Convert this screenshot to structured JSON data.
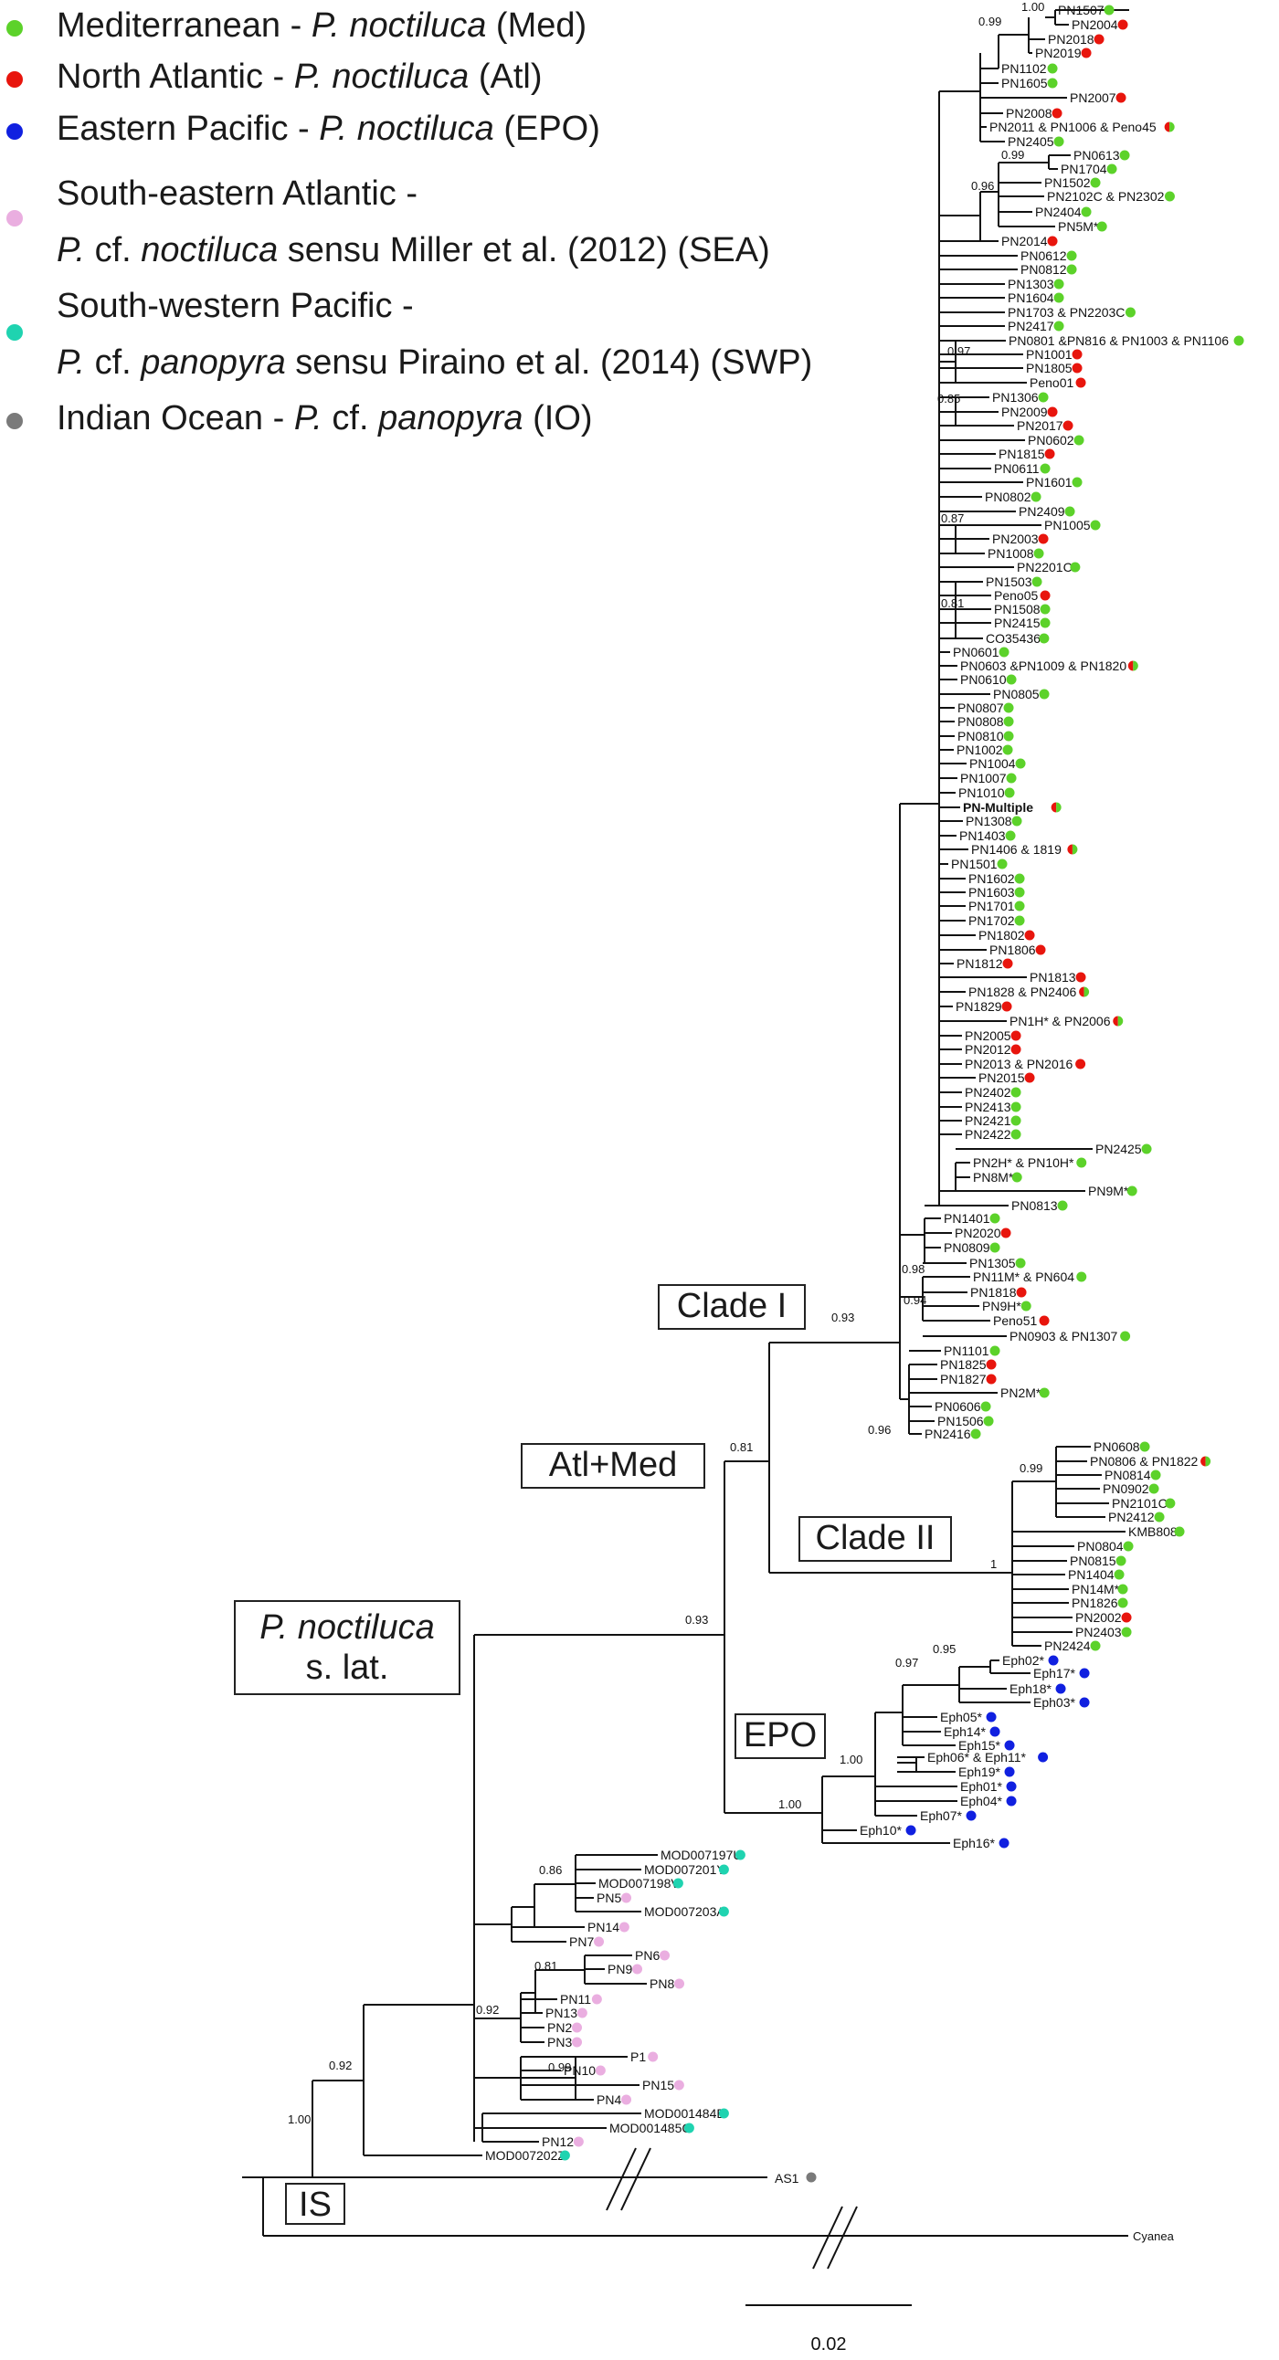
{
  "legend": [
    {
      "pre": "Mediterranean - ",
      "ital": "P. noctiluca",
      "post": " (Med)",
      "color": "#5cd22a"
    },
    {
      "pre": "North Atlantic - ",
      "ital": "P. noctiluca",
      "post": " (Atl)",
      "color": "#e8150d"
    },
    {
      "pre": "Eastern Pacific - ",
      "ital": "P. noctiluca",
      "post": " (EPO)",
      "color": "#1020e0"
    },
    {
      "pre": "South-eastern Atlantic -",
      "line2_pre": "P.",
      "line2_mid": " cf. ",
      "line2_ital": "noctiluca",
      "line2_post": " sensu Miller et al. (2012) (SEA)",
      "color": "#eaaee0"
    },
    {
      "pre": "South-western Pacific -",
      "line2_pre": "P.",
      "line2_mid": " cf. ",
      "line2_ital": "panopyra",
      "line2_post": " sensu Piraino et al. (2014) (SWP)",
      "color": "#1fd3b0"
    },
    {
      "pre": "Indian Ocean - ",
      "ital_a": "P.",
      "mid": " cf. ",
      "ital": "panopyra",
      "post": " (IO)",
      "color": "#7a7a7a"
    }
  ],
  "colors": {
    "Med": "#5cd22a",
    "Atl": "#e8150d",
    "EPO": "#1020e0",
    "SEA": "#eaaee0",
    "SWP": "#1fd3b0",
    "IO": "#7a7a7a"
  },
  "clade_boxes": {
    "clade_i": "Clade I",
    "atl_med": "Atl+Med",
    "clade_ii": "Clade II",
    "epo": "EPO",
    "pnoct_line1": "P. noctiluca",
    "pnoct_line2": "s. lat.",
    "is": "IS"
  },
  "scale_bar": "0.02",
  "support_values": {
    "root": "1.00",
    "n2": "0.92",
    "n3": "0.92",
    "n4": "0.93",
    "n5": "0.81",
    "n6": "0.93",
    "clade2": "1",
    "epo": "1.00",
    "epo2": "1.00",
    "epo3": "0.97",
    "epo4": "0.95",
    "sea1": "0.86",
    "sea2": "0.81",
    "sea3": "0.99",
    "c1a": "0.99",
    "c1b": "1.00",
    "c1c": "0.99",
    "c1d": "0.96",
    "c1e": "0.97",
    "c1f": "0.85",
    "c1g": "0.87",
    "c1h": "0.81",
    "c1i": "0.98",
    "c1j": "0.94",
    "c1k": "0.96",
    "c2a": "0.99"
  },
  "tips": {
    "clade_i": [
      {
        "label": "PN1507",
        "c": "Med"
      },
      {
        "label": "PN2004",
        "c": "Atl"
      },
      {
        "label": "PN2018",
        "c": "Atl"
      },
      {
        "label": "PN2019",
        "c": "Atl"
      },
      {
        "label": "PN1102",
        "c": "Med"
      },
      {
        "label": "PN1605",
        "c": "Med"
      },
      {
        "label": "PN2007",
        "c": "Atl"
      },
      {
        "label": "PN2008",
        "c": "Atl"
      },
      {
        "label": "PN2011 & PN1006 & Peno45",
        "c": "Both"
      },
      {
        "label": "PN2405",
        "c": "Med"
      },
      {
        "label": "PN0613",
        "c": "Med"
      },
      {
        "label": "PN1704",
        "c": "Med"
      },
      {
        "label": "PN1502",
        "c": "Med"
      },
      {
        "label": "PN2102C & PN2302",
        "c": "Med"
      },
      {
        "label": "PN2404",
        "c": "Med"
      },
      {
        "label": "PN5M*",
        "c": "Med"
      },
      {
        "label": "PN2014",
        "c": "Atl"
      },
      {
        "label": "PN0612",
        "c": "Med"
      },
      {
        "label": "PN0812",
        "c": "Med"
      },
      {
        "label": "PN1303",
        "c": "Med"
      },
      {
        "label": "PN1604",
        "c": "Med"
      },
      {
        "label": "PN1703 & PN2203C",
        "c": "Med"
      },
      {
        "label": "PN2417",
        "c": "Med"
      },
      {
        "label": "PN0801 &PN816 & PN1003 & PN1106",
        "c": "Med"
      },
      {
        "label": "PN1001",
        "c": "Atl"
      },
      {
        "label": "PN1805",
        "c": "Atl"
      },
      {
        "label": "Peno01",
        "c": "Atl"
      },
      {
        "label": "PN1306",
        "c": "Med"
      },
      {
        "label": "PN2009",
        "c": "Atl"
      },
      {
        "label": "PN2017",
        "c": "Atl"
      },
      {
        "label": "PN0602",
        "c": "Med"
      },
      {
        "label": "PN1815",
        "c": "Atl"
      },
      {
        "label": "PN0611",
        "c": "Med"
      },
      {
        "label": "PN1601",
        "c": "Med"
      },
      {
        "label": "PN0802",
        "c": "Med"
      },
      {
        "label": "PN2409",
        "c": "Med"
      },
      {
        "label": "PN1005",
        "c": "Med"
      },
      {
        "label": "PN2003",
        "c": "Atl"
      },
      {
        "label": "PN1008",
        "c": "Med"
      },
      {
        "label": "PN2201C",
        "c": "Med"
      },
      {
        "label": "PN1503",
        "c": "Med"
      },
      {
        "label": "Peno05",
        "c": "Atl"
      },
      {
        "label": "PN1508",
        "c": "Med"
      },
      {
        "label": "PN2415",
        "c": "Med"
      },
      {
        "label": "CO35436",
        "c": "Med"
      },
      {
        "label": "PN0601",
        "c": "Med"
      },
      {
        "label": "PN0603 &PN1009 & PN1820",
        "c": "Both"
      },
      {
        "label": "PN0610",
        "c": "Med"
      },
      {
        "label": "PN0805",
        "c": "Med"
      },
      {
        "label": "PN0807",
        "c": "Med"
      },
      {
        "label": "PN0808",
        "c": "Med"
      },
      {
        "label": "PN0810",
        "c": "Med"
      },
      {
        "label": "PN1002",
        "c": "Med"
      },
      {
        "label": "PN1004",
        "c": "Med"
      },
      {
        "label": "PN1007",
        "c": "Med"
      },
      {
        "label": "PN1010",
        "c": "Med"
      },
      {
        "label": "PN-Multiple",
        "c": "Both"
      },
      {
        "label": "PN1308",
        "c": "Med"
      },
      {
        "label": "PN1403",
        "c": "Med"
      },
      {
        "label": "PN1406 & 1819",
        "c": "Both"
      },
      {
        "label": "PN1501",
        "c": "Med"
      },
      {
        "label": "PN1602",
        "c": "Med"
      },
      {
        "label": "PN1603",
        "c": "Med"
      },
      {
        "label": "PN1701",
        "c": "Med"
      },
      {
        "label": "PN1702",
        "c": "Med"
      },
      {
        "label": "PN1802",
        "c": "Atl"
      },
      {
        "label": "PN1806",
        "c": "Atl"
      },
      {
        "label": "PN1812",
        "c": "Atl"
      },
      {
        "label": "PN1813",
        "c": "Atl"
      },
      {
        "label": "PN1828 & PN2406",
        "c": "Both"
      },
      {
        "label": "PN1829",
        "c": "Atl"
      },
      {
        "label": "PN1H* & PN2006",
        "c": "Both"
      },
      {
        "label": "PN2005",
        "c": "Atl"
      },
      {
        "label": "PN2012",
        "c": "Atl"
      },
      {
        "label": "PN2013 & PN2016",
        "c": "Atl"
      },
      {
        "label": "PN2015",
        "c": "Atl"
      },
      {
        "label": "PN2402",
        "c": "Med"
      },
      {
        "label": "PN2413",
        "c": "Med"
      },
      {
        "label": "PN2421",
        "c": "Med"
      },
      {
        "label": "PN2422",
        "c": "Med"
      },
      {
        "label": "PN2425",
        "c": "Med"
      },
      {
        "label": "PN2H* & PN10H*",
        "c": "Med"
      },
      {
        "label": "PN8M*",
        "c": "Med"
      },
      {
        "label": "PN9M*",
        "c": "Med"
      },
      {
        "label": "PN0813",
        "c": "Med"
      },
      {
        "label": "PN1401",
        "c": "Med"
      },
      {
        "label": "PN2020",
        "c": "Atl"
      },
      {
        "label": "PN0809",
        "c": "Med"
      },
      {
        "label": "PN1305",
        "c": "Med"
      },
      {
        "label": "PN11M* & PN604",
        "c": "Med"
      },
      {
        "label": "PN1818",
        "c": "Atl"
      },
      {
        "label": "PN9H*",
        "c": "Med"
      },
      {
        "label": "Peno51",
        "c": "Atl"
      },
      {
        "label": "PN0903 & PN1307",
        "c": "Med"
      },
      {
        "label": "PN1101",
        "c": "Med"
      },
      {
        "label": "PN1825",
        "c": "Atl"
      },
      {
        "label": "PN1827",
        "c": "Atl"
      },
      {
        "label": "PN2M*",
        "c": "Med"
      },
      {
        "label": "PN0606",
        "c": "Med"
      },
      {
        "label": "PN1506",
        "c": "Med"
      },
      {
        "label": "PN2416",
        "c": "Med"
      }
    ],
    "clade_ii": [
      {
        "label": "PN0608",
        "c": "Med"
      },
      {
        "label": "PN0806 & PN1822",
        "c": "Both"
      },
      {
        "label": "PN0814",
        "c": "Med"
      },
      {
        "label": "PN0902",
        "c": "Med"
      },
      {
        "label": "PN2101C",
        "c": "Med"
      },
      {
        "label": "PN2412",
        "c": "Med"
      },
      {
        "label": "KMB808",
        "c": "Med"
      },
      {
        "label": "PN0804",
        "c": "Med"
      },
      {
        "label": "PN0815",
        "c": "Med"
      },
      {
        "label": "PN1404",
        "c": "Med"
      },
      {
        "label": "PN14M*",
        "c": "Med"
      },
      {
        "label": "PN1826",
        "c": "Med"
      },
      {
        "label": "PN2002",
        "c": "Atl"
      },
      {
        "label": "PN2403",
        "c": "Med"
      },
      {
        "label": "PN2424",
        "c": "Med"
      }
    ],
    "epo": [
      {
        "label": "Eph02*",
        "c": "EPO"
      },
      {
        "label": "Eph17*",
        "c": "EPO"
      },
      {
        "label": "Eph18*",
        "c": "EPO"
      },
      {
        "label": "Eph03*",
        "c": "EPO"
      },
      {
        "label": "Eph05*",
        "c": "EPO"
      },
      {
        "label": "Eph14*",
        "c": "EPO"
      },
      {
        "label": "Eph15*",
        "c": "EPO"
      },
      {
        "label": "Eph06* & Eph11*",
        "c": "EPO"
      },
      {
        "label": "Eph19*",
        "c": "EPO"
      },
      {
        "label": "Eph01*",
        "c": "EPO"
      },
      {
        "label": "Eph04*",
        "c": "EPO"
      },
      {
        "label": "Eph07*",
        "c": "EPO"
      },
      {
        "label": "Eph10*",
        "c": "EPO"
      },
      {
        "label": "Eph16*",
        "c": "EPO"
      }
    ],
    "southern": [
      {
        "label": "MOD007197U",
        "c": "SWP"
      },
      {
        "label": "MOD007201Y",
        "c": "SWP"
      },
      {
        "label": "MOD007198V",
        "c": "SWP"
      },
      {
        "label": "PN5",
        "c": "SEA"
      },
      {
        "label": "MOD007203A",
        "c": "SWP"
      },
      {
        "label": "PN14",
        "c": "SEA"
      },
      {
        "label": "PN7",
        "c": "SEA"
      },
      {
        "label": "PN6",
        "c": "SEA"
      },
      {
        "label": "PN9",
        "c": "SEA"
      },
      {
        "label": "PN8",
        "c": "SEA"
      },
      {
        "label": "PN11",
        "c": "SEA"
      },
      {
        "label": "PN13",
        "c": "SEA"
      },
      {
        "label": "PN2",
        "c": "SEA"
      },
      {
        "label": "PN3",
        "c": "SEA"
      },
      {
        "label": "P1",
        "c": "SEA"
      },
      {
        "label": "PN10",
        "c": "SEA"
      },
      {
        "label": "PN15",
        "c": "SEA"
      },
      {
        "label": "PN4",
        "c": "SEA"
      },
      {
        "label": "MOD001484B",
        "c": "SWP"
      },
      {
        "label": "MOD001485C",
        "c": "SWP"
      },
      {
        "label": "PN12",
        "c": "SEA"
      },
      {
        "label": "MOD007202Z",
        "c": "SWP"
      }
    ],
    "outgroups": [
      {
        "label": "AS1",
        "c": "IO"
      },
      {
        "label": "Cyanea",
        "c": "none"
      }
    ]
  }
}
